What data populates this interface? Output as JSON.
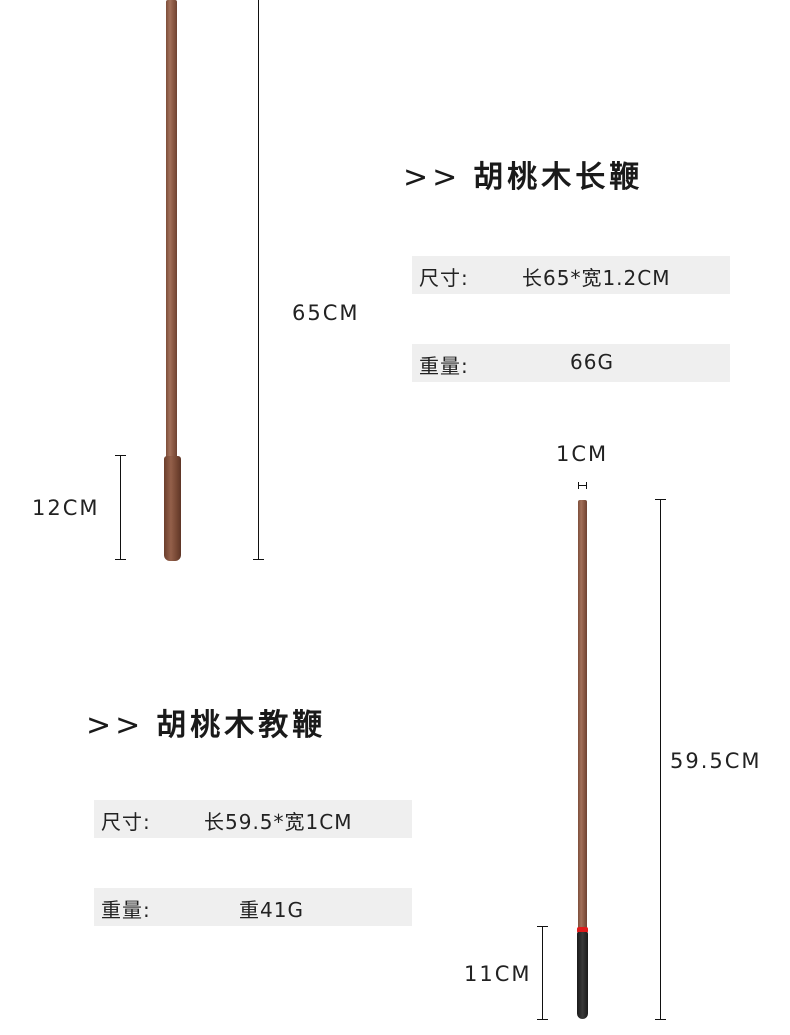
{
  "product_long": {
    "title_prefix": ">>",
    "title": "胡桃木长鞭",
    "size_label": "尺寸:",
    "size_value": "长65*宽1.2CM",
    "weight_label": "重量:",
    "weight_value": "66G",
    "total_length": "65CM",
    "handle_length": "12CM"
  },
  "product_teaching": {
    "title_prefix": ">>",
    "title": "胡桃木教鞭",
    "size_label": "尺寸:",
    "size_value": "长59.5*宽1CM",
    "weight_label": "重量:",
    "weight_value": "重41G",
    "total_length": "59.5CM",
    "handle_length": "11CM",
    "width": "1CM"
  },
  "colors": {
    "wood": "#8c5a45",
    "grip": "#222222",
    "grip_ring": "#e01a1a",
    "spec_bg": "#efefef"
  }
}
